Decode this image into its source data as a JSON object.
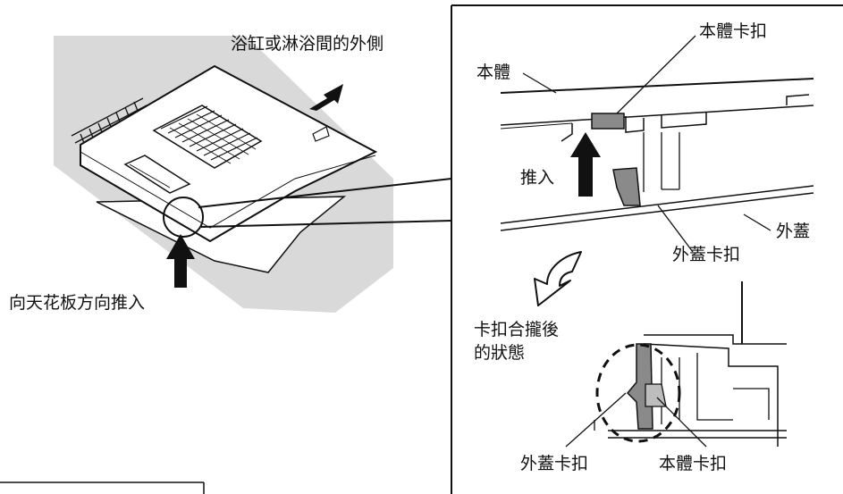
{
  "labels": {
    "outside_side": "浴缸或淋浴間的外側",
    "push_ceiling": "向天花板方向推入",
    "body": "本體",
    "body_clip_top": "本體卡扣",
    "push_in": "推入",
    "cover": "外蓋",
    "cover_clip_top": "外蓋卡扣",
    "state_after": "卡扣合攏後的狀態",
    "cover_clip_bottom": "外蓋卡扣",
    "body_clip_bottom": "本體卡扣",
    "edge_fragment_1": "。",
    "edge_fragment_2": "。"
  },
  "colors": {
    "line": "#111111",
    "panel_fill": "#d9d9d9",
    "device_fill": "#ffffff",
    "clip_fill": "#8a8a8a"
  }
}
